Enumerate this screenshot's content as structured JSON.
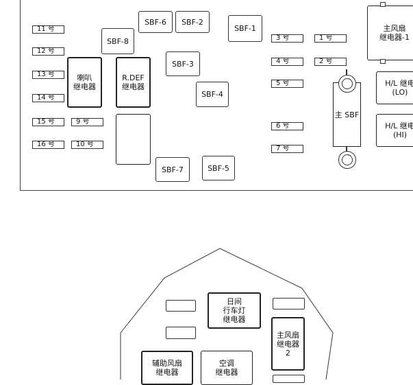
{
  "upper_fuses": [
    {
      "id": "f11",
      "text": "11 号"
    },
    {
      "id": "f12",
      "text": "12 号"
    },
    {
      "id": "f13",
      "text": "13 号"
    },
    {
      "id": "f14",
      "text": "14 号"
    },
    {
      "id": "f15",
      "text": "15 号"
    },
    {
      "id": "f16",
      "text": "16 号"
    },
    {
      "id": "f9",
      "text": "9 号"
    },
    {
      "id": "f10",
      "text": "10 号"
    },
    {
      "id": "f3",
      "text": "3 号"
    },
    {
      "id": "f1",
      "text": "1 号"
    },
    {
      "id": "f4",
      "text": "4 号"
    },
    {
      "id": "f2",
      "text": "2 号"
    },
    {
      "id": "f5",
      "text": "5 号"
    },
    {
      "id": "f6",
      "text": "6 号"
    },
    {
      "id": "f7",
      "text": "7 号"
    }
  ],
  "sbf": {
    "sbf1": "SBF-1",
    "sbf2": "SBF-2",
    "sbf3": "SBF-3",
    "sbf4": "SBF-4",
    "sbf5": "SBF-5",
    "sbf6": "SBF-6",
    "sbf7": "SBF-7",
    "sbf8": "SBF-8"
  },
  "relays": {
    "horn": "喇叭\n继电器",
    "rdef": "R.DEF\n继电器",
    "main_fan_1": "主风扇\n继电器-1",
    "hl_lo": "H/L 继电\n(LO)",
    "hl_hi": "H/L 继电\n(HI)",
    "main_sbf": "主 SBF"
  },
  "lower": {
    "drl": "日间\n行车灯\n继电器",
    "main_fan_2": "主风扇\n继电器\n2",
    "aux_fan": "辅助风扇\n继电器",
    "ac": "空调\n继电器"
  }
}
